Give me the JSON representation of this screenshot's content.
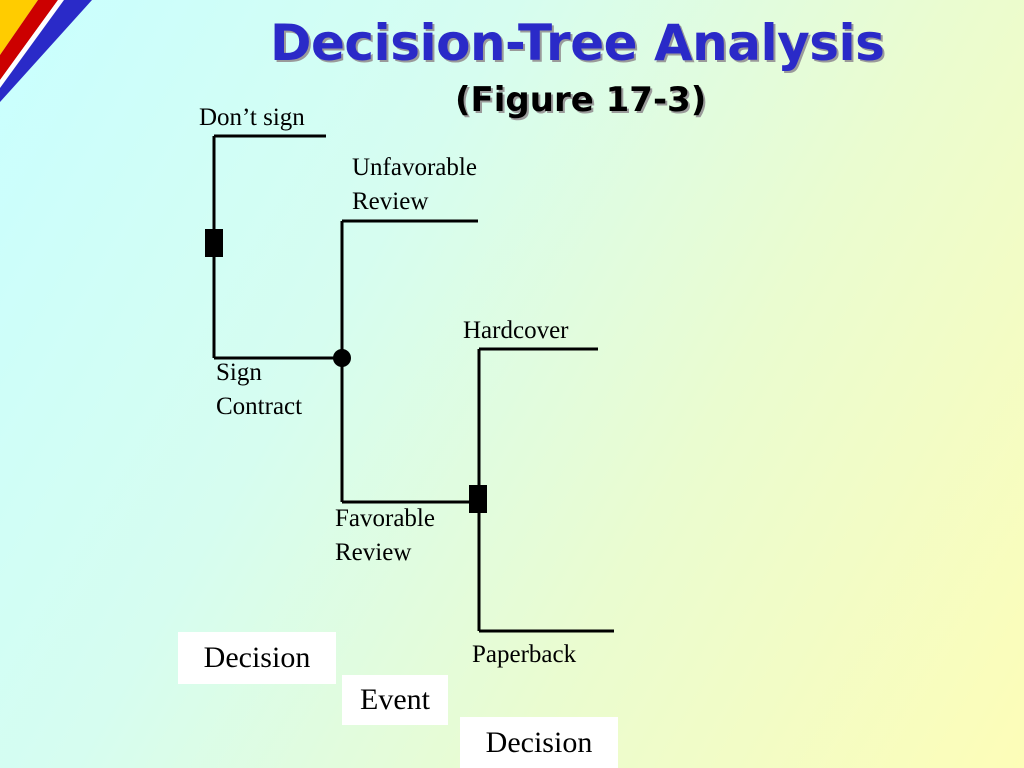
{
  "slide": {
    "title": "Decision-Tree Analysis",
    "subtitle": "(Figure 17-3)"
  },
  "tree": {
    "branches": {
      "dont_sign": "Don’t sign",
      "unfavorable_review": [
        "Unfavorable",
        "Review"
      ],
      "hardcover": "Hardcover",
      "sign_contract": [
        "Sign",
        "Contract"
      ],
      "favorable_review": [
        "Favorable",
        "Review"
      ],
      "paperback": "Paperback"
    },
    "legend": {
      "decision_1": "Decision",
      "event": "Event",
      "decision_2": "Decision"
    }
  },
  "colors": {
    "title": "#2a2ac8",
    "line": "#000000",
    "corner_yellow": "#ffcc00",
    "corner_red": "#cc0000",
    "corner_blue": "#2a2ac8"
  }
}
